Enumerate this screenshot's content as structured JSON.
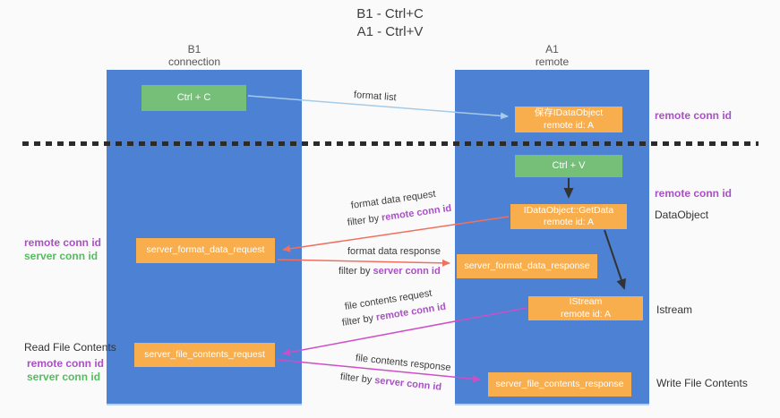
{
  "title": {
    "line1": "B1 - Ctrl+C",
    "line2": "A1 - Ctrl+V"
  },
  "columns": {
    "left": {
      "name": "B1",
      "role": "connection"
    },
    "right": {
      "name": "A1",
      "role": "remote"
    }
  },
  "nodes": {
    "ctrl_c": {
      "label": "Ctrl + C"
    },
    "save_idataobject": {
      "line1": "保存IDataObject",
      "line2": "remote id: A"
    },
    "ctrl_v": {
      "label": "Ctrl + V"
    },
    "getdata": {
      "line1": "IDataObject::GetData",
      "line2": "remote id: A"
    },
    "format_request": {
      "label": "server_format_data_request"
    },
    "format_response": {
      "label": "server_format_data_response"
    },
    "istream": {
      "line1": "IStream",
      "line2": "remote id: A"
    },
    "file_request": {
      "label": "server_file_contents_request"
    },
    "file_response": {
      "label": "server_file_contents_response"
    }
  },
  "annotations": {
    "remote_conn_id": "remote conn id",
    "server_conn_id": "server conn id",
    "dataobject": "DataObject",
    "istream": "Istream",
    "read_file_contents": "Read File Contents",
    "write_file_contents": "Write File Contents"
  },
  "arrow_labels": {
    "format_list": "format list",
    "format_data_request": "format data request",
    "format_data_response": "format data response",
    "file_contents_request": "file contents request",
    "file_contents_response": "file contents response",
    "filter_by": "filter by",
    "remote_conn_id": "remote conn id",
    "server_conn_id": "server conn id"
  },
  "colors": {
    "background": "#fafafa",
    "column_blue": "#4c81d3",
    "node_green": "#75bf79",
    "node_orange": "#f9ae4d",
    "remote_conn_purple": "#ab4fc7",
    "server_conn_green": "#56bb61",
    "arrow_red": "#f0705f",
    "arrow_magenta": "#ce4ec7",
    "arrow_light_blue": "#a5cbe9",
    "arrow_black": "#333333"
  }
}
